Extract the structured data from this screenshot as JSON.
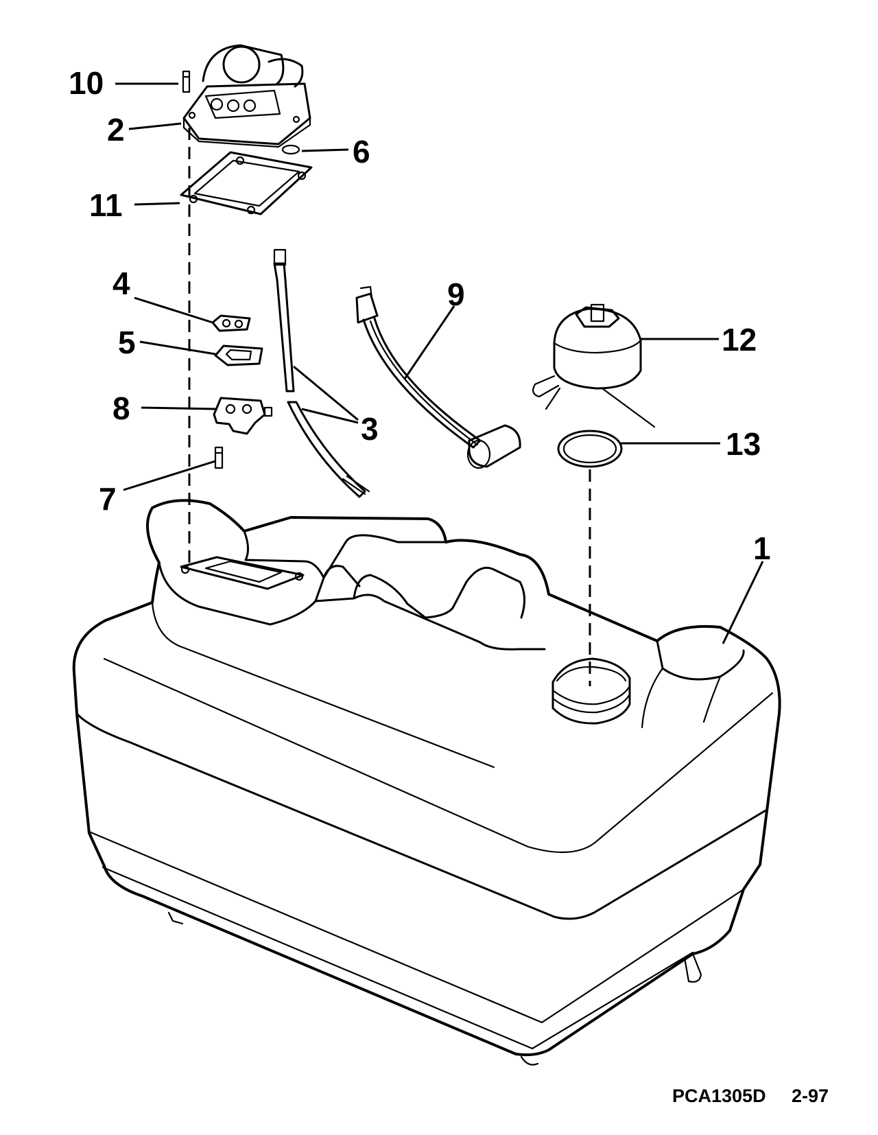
{
  "diagram": {
    "callouts": [
      {
        "id": "c10",
        "text": "10"
      },
      {
        "id": "c2",
        "text": "2"
      },
      {
        "id": "c6",
        "text": "6"
      },
      {
        "id": "c11",
        "text": "11"
      },
      {
        "id": "c4",
        "text": "4"
      },
      {
        "id": "c5",
        "text": "5"
      },
      {
        "id": "c8",
        "text": "8"
      },
      {
        "id": "c7",
        "text": "7"
      },
      {
        "id": "c3",
        "text": "3"
      },
      {
        "id": "c9",
        "text": "9"
      },
      {
        "id": "c12",
        "text": "12"
      },
      {
        "id": "c13",
        "text": "13"
      },
      {
        "id": "c1",
        "text": "1"
      }
    ],
    "reference_code": "PCA1305D",
    "revision": "2-97"
  }
}
